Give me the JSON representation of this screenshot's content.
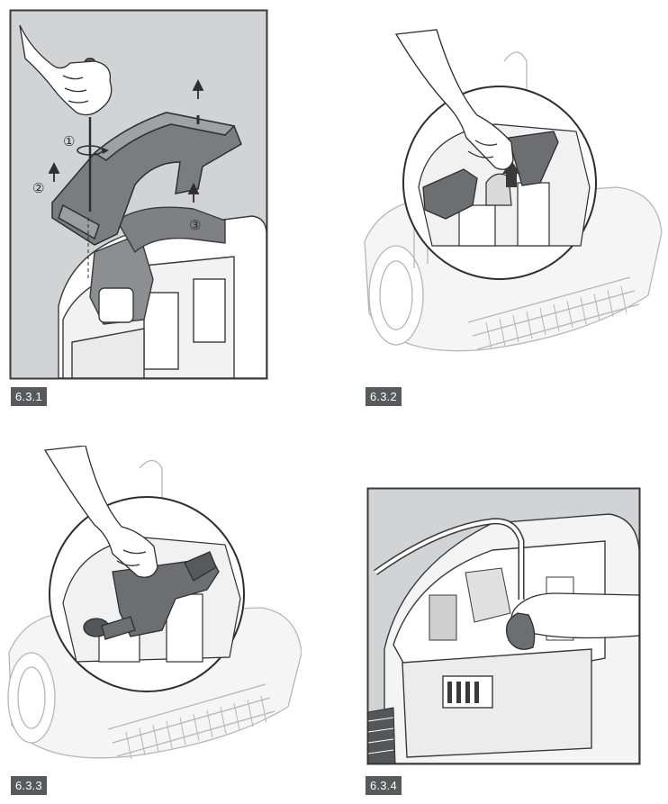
{
  "figures": [
    {
      "id": "6.3.1",
      "label": "6.3.1",
      "callouts": [
        "①",
        "②",
        "③"
      ]
    },
    {
      "id": "6.3.2",
      "label": "6.3.2"
    },
    {
      "id": "6.3.3",
      "label": "6.3.3"
    },
    {
      "id": "6.3.4",
      "label": "6.3.4"
    }
  ],
  "colors": {
    "frame_fill": "#d2d3d5",
    "frame_stroke": "#3a3a3a",
    "part_dark": "#6d6e71",
    "part_mid": "#9a9b9e",
    "line_light": "#b5b6b8",
    "label_bg": "#58595b"
  }
}
